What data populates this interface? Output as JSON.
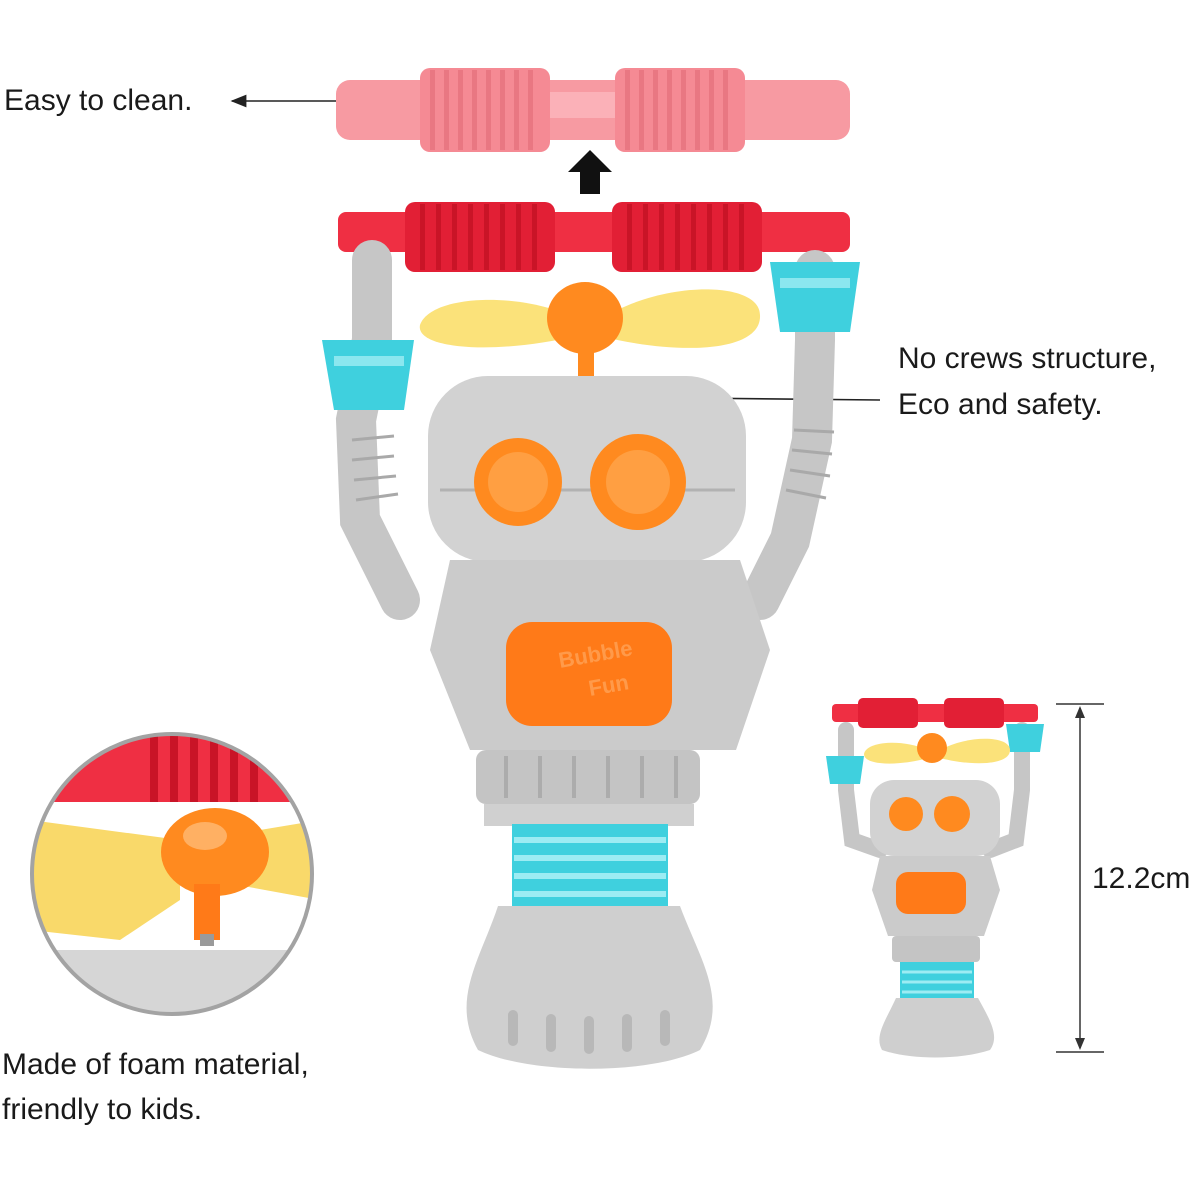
{
  "annotations": {
    "easy_clean": "Easy to clean.",
    "no_screws_line1": "No crews structure,",
    "no_screws_line2": "Eco and safety.",
    "foam_line1": "Made of foam material,",
    "foam_line2": "friendly to kids.",
    "height": "12.2cm"
  },
  "product": {
    "chest_logo_line1": "Bubble",
    "chest_logo_line2": "Fun"
  },
  "colors": {
    "gear_pink": "#f79aa2",
    "gear_red": "#ef2f43",
    "body_gray": "#c9c9c9",
    "accent_orange": "#ff8a1f",
    "accent_cyan": "#3fd0de",
    "fan_yellow": "#fbe27a"
  }
}
